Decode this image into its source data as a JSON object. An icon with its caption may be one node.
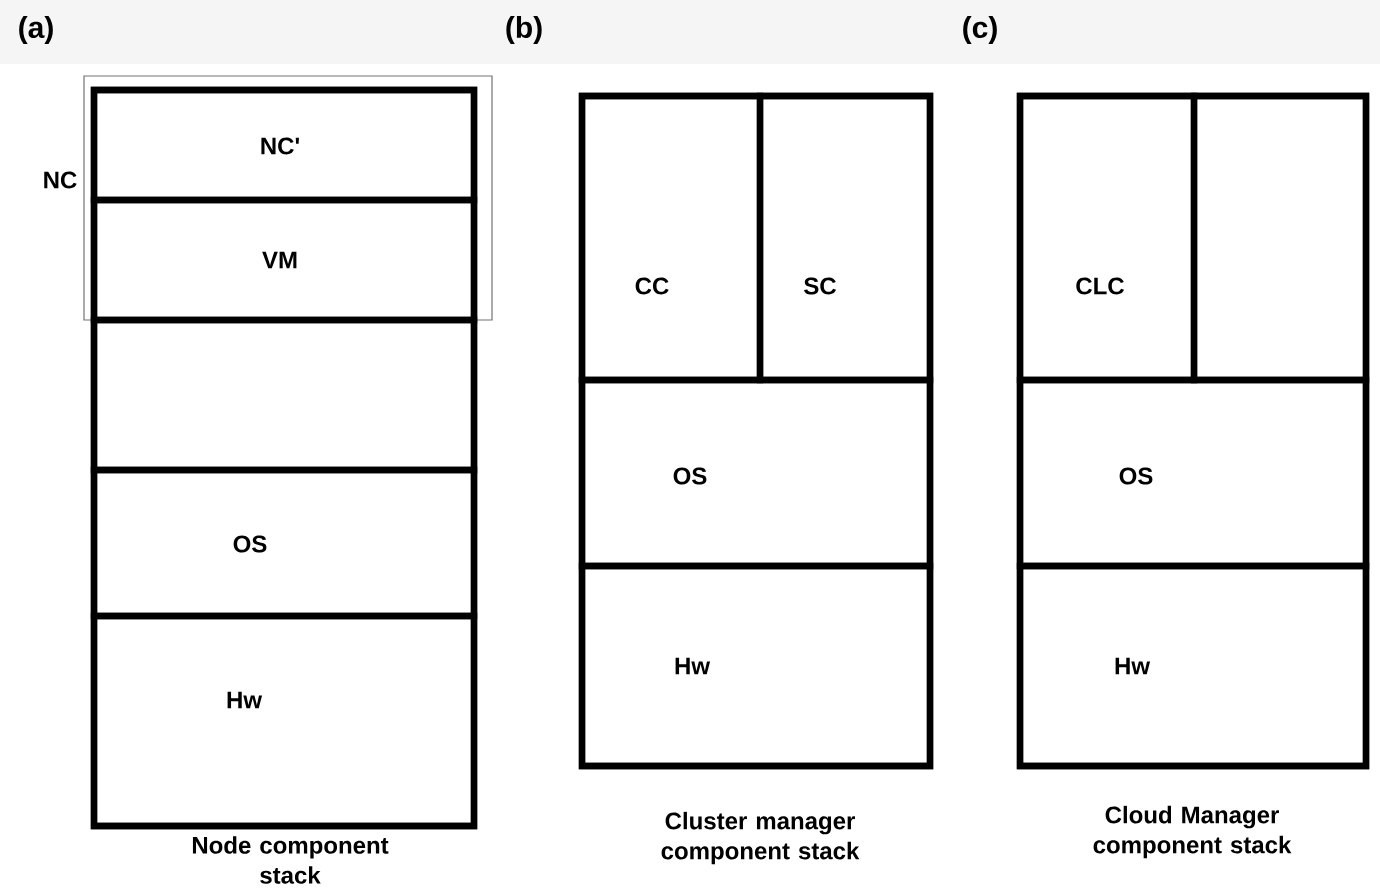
{
  "diagram": {
    "nodes": [
      {
        "text": [
          "Node component stack"
        ]
      },
      {
        "text": [
          "NC"
        ]
      },
      {
        "text": [
          "NC'"
        ],
        "in": 1
      },
      {
        "text": [
          "VM"
        ],
        "in": 1
      },
      {
        "text": [],
        "shape": "box",
        "in": 0
      },
      {
        "text": [
          "OS"
        ],
        "in": 0
      },
      {
        "text": [
          "Hw"
        ],
        "in": 0
      },
      {
        "text": [
          "Cluster manager component stack"
        ]
      },
      {
        "text": [
          "CC"
        ],
        "in": 7
      },
      {
        "text": [
          "SC"
        ],
        "in": 7
      },
      {
        "text": [
          "OS"
        ],
        "in": 7
      },
      {
        "text": [
          "Hw"
        ],
        "in": 7
      },
      {
        "text": [
          "Cloud Manager component stack"
        ]
      },
      {
        "text": [
          "CLC"
        ],
        "in": 12
      },
      {
        "text": [],
        "shape": "box",
        "in": 12
      },
      {
        "text": [
          "OS"
        ],
        "in": 12
      },
      {
        "text": [
          "Hw"
        ],
        "in": 12
      }
    ],
    "labels": [
      "(a)",
      "(b)",
      "(c)"
    ]
  }
}
